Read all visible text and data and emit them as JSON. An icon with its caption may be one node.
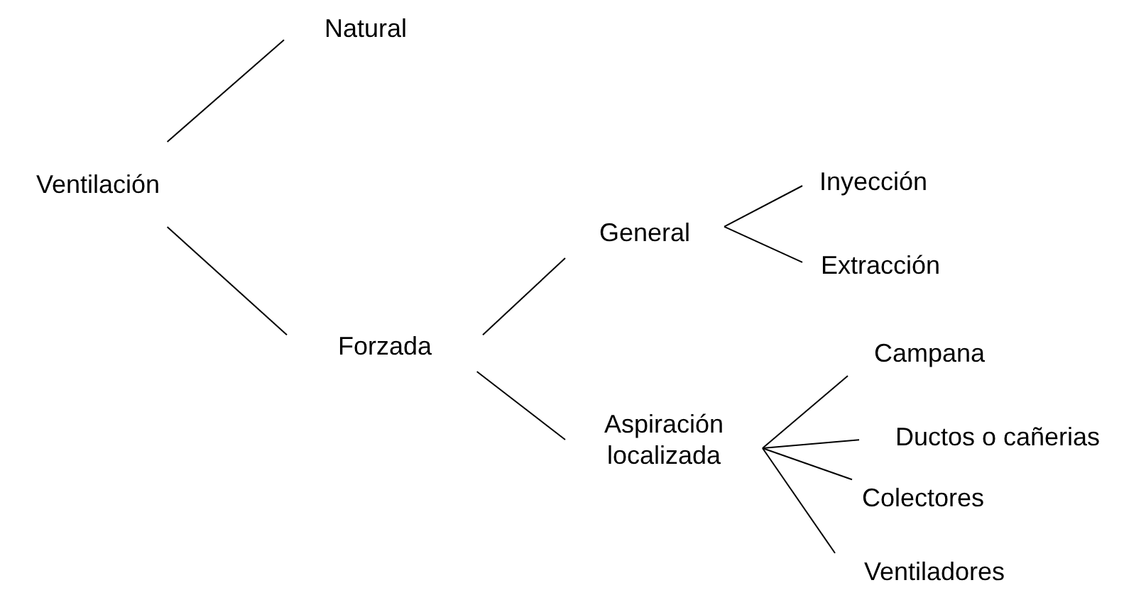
{
  "diagram": {
    "nodes": [
      {
        "text": [
          "Ventilación"
        ]
      },
      {
        "text": [
          "Natural"
        ]
      },
      {
        "text": [
          "Forzada"
        ]
      },
      {
        "text": [
          "General"
        ]
      },
      {
        "text": [
          "Aspiración localizada"
        ]
      },
      {
        "text": [
          "Inyección"
        ]
      },
      {
        "text": [
          "Extracción"
        ]
      },
      {
        "text": [
          "Campana"
        ]
      },
      {
        "text": [
          "Ductos o cañerias"
        ]
      },
      {
        "text": [
          "Colectores"
        ]
      },
      {
        "text": [
          "Ventiladores"
        ]
      }
    ],
    "edges": [
      {
        "from": 0,
        "to": 1,
        "arrow": "none"
      },
      {
        "from": 0,
        "to": 2,
        "arrow": "none"
      },
      {
        "from": 2,
        "to": 3,
        "arrow": "none"
      },
      {
        "from": 2,
        "to": 4,
        "arrow": "none"
      },
      {
        "from": 3,
        "to": 5,
        "arrow": "none"
      },
      {
        "from": 3,
        "to": 6,
        "arrow": "none"
      },
      {
        "from": 4,
        "to": 7,
        "arrow": "none"
      },
      {
        "from": 4,
        "to": 8,
        "arrow": "none"
      },
      {
        "from": 4,
        "to": 9,
        "arrow": "none"
      },
      {
        "from": 4,
        "to": 10,
        "arrow": "none"
      }
    ]
  }
}
